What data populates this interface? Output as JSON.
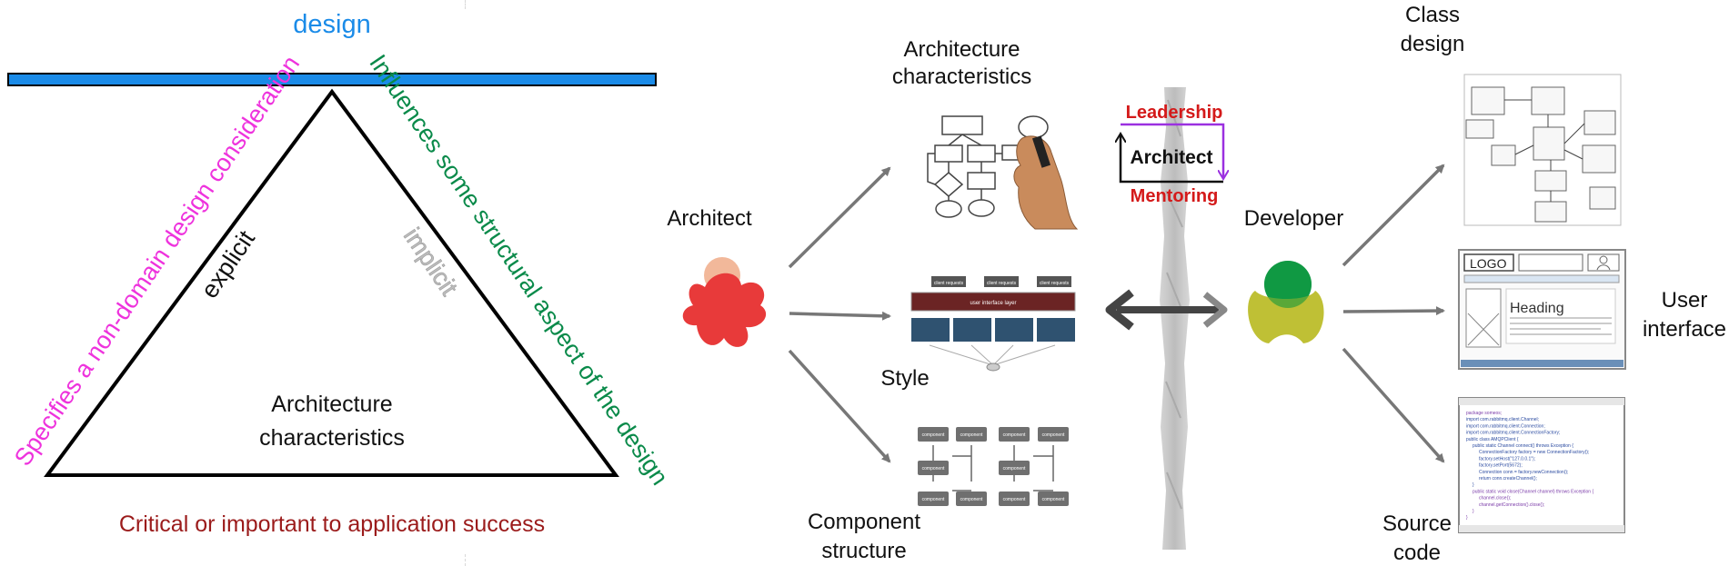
{
  "left_panel": {
    "top_label": "design",
    "explicit_label": "explicit",
    "implicit_label": "implicit",
    "left_side_label": "Specifies a non-domain design consideration",
    "right_side_label": "Influences some structural aspect of the design",
    "center_label_line1": "Architecture",
    "center_label_line2": "characteristics",
    "bottom_label": "Critical or important to application success",
    "colors": {
      "bar": "#1a8be8",
      "design": "#1a8be8",
      "left_side": "#ee33dd",
      "right_side": "#0a8a4a",
      "bottom": "#9b1b1b",
      "implicit": "#bdbdbd"
    }
  },
  "right_panel": {
    "architect_label": "Architect",
    "developer_label": "Developer",
    "arch_char_line1": "Architecture",
    "arch_char_line2": "characteristics",
    "style_label": "Style",
    "component_line1": "Component",
    "component_line2": "structure",
    "class_design_line1": "Class",
    "class_design_line2": "design",
    "user_interface_line1": "User",
    "user_interface_line2": "interface",
    "source_code_line1": "Source",
    "source_code_line2": "code",
    "cycle": {
      "leadership": "Leadership",
      "architect": "Architect",
      "mentoring": "Mentoring",
      "leadership_color": "#d41a1a",
      "arrow_color": "#9b30e0"
    },
    "style_diagram": {
      "top_boxes": [
        "client requests",
        "client requests",
        "client requests"
      ],
      "layer": "user interface layer"
    },
    "component_boxes": [
      "component",
      "component",
      "component",
      "component",
      "component",
      "component",
      "component",
      "component",
      "component",
      "component"
    ],
    "ui_mockup": {
      "logo": "LOGO",
      "heading": "Heading"
    },
    "code_lines": [
      "package someos;",
      "import com.rabbitmq.client.Channel;",
      "import com.rabbitmq.client.Connection;",
      "import com.rabbitmq.client.ConnectionFactory;",
      "public class AMQPClient {",
      "public static Channel connect() throws Exception {",
      "ConnectionFactory factory = new ConnectionFactory();",
      "factory.setHost(\"127.0.0.1\");",
      "factory.setPort(5672);",
      "Connection conn = factory.newConnection();",
      "return conn.createChannel();",
      "}",
      "public static void close(Channel channel) throws Exception {",
      "channel.close();",
      "channel.getConnection().close();",
      "}",
      "}"
    ]
  }
}
